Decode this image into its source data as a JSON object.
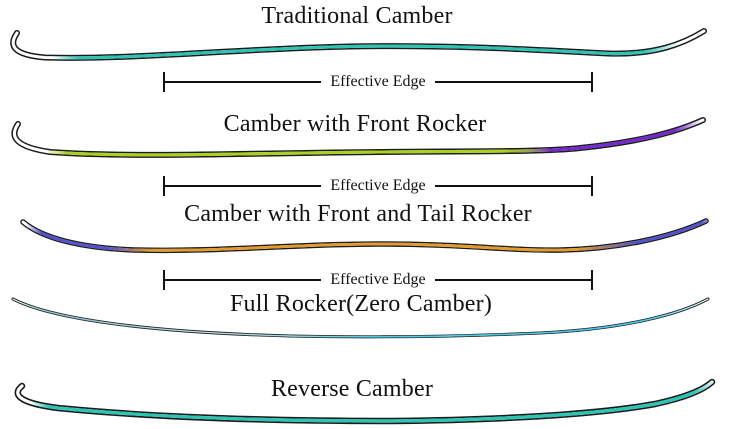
{
  "colors": {
    "background": "#ffffff",
    "outline": "#1c1c1c",
    "text": "#111111",
    "teal": "#2cc5b4",
    "chartreuse": "#abd01f",
    "blend_gray": "#97945f",
    "purple": "#7527d3",
    "orange": "#e49b2b",
    "indigo": "#5450cf",
    "cyan": "#45c8e6",
    "steel": "#74b7c0"
  },
  "sections": [
    {
      "title": "Traditional Camber",
      "effective_edge_label": "Effective Edge",
      "colors": {
        "body": "#2cc5b4"
      }
    },
    {
      "title": "Camber with Front Rocker",
      "effective_edge_label": "Effective Edge",
      "colors": {
        "body": "#abd01f",
        "front_rocker": "#7527d3",
        "blend": "#97945f"
      }
    },
    {
      "title": "Camber with Front and Tail Rocker",
      "effective_edge_label": "Effective Edge",
      "colors": {
        "body": "#e49b2b",
        "tips": "#5450cf"
      }
    },
    {
      "title": "Full Rocker(Zero Camber)",
      "colors": {
        "body": "#45c8e6",
        "fade": "#74b7c0"
      }
    },
    {
      "title": "Reverse Camber",
      "colors": {
        "body": "#2cc5b4"
      }
    }
  ]
}
